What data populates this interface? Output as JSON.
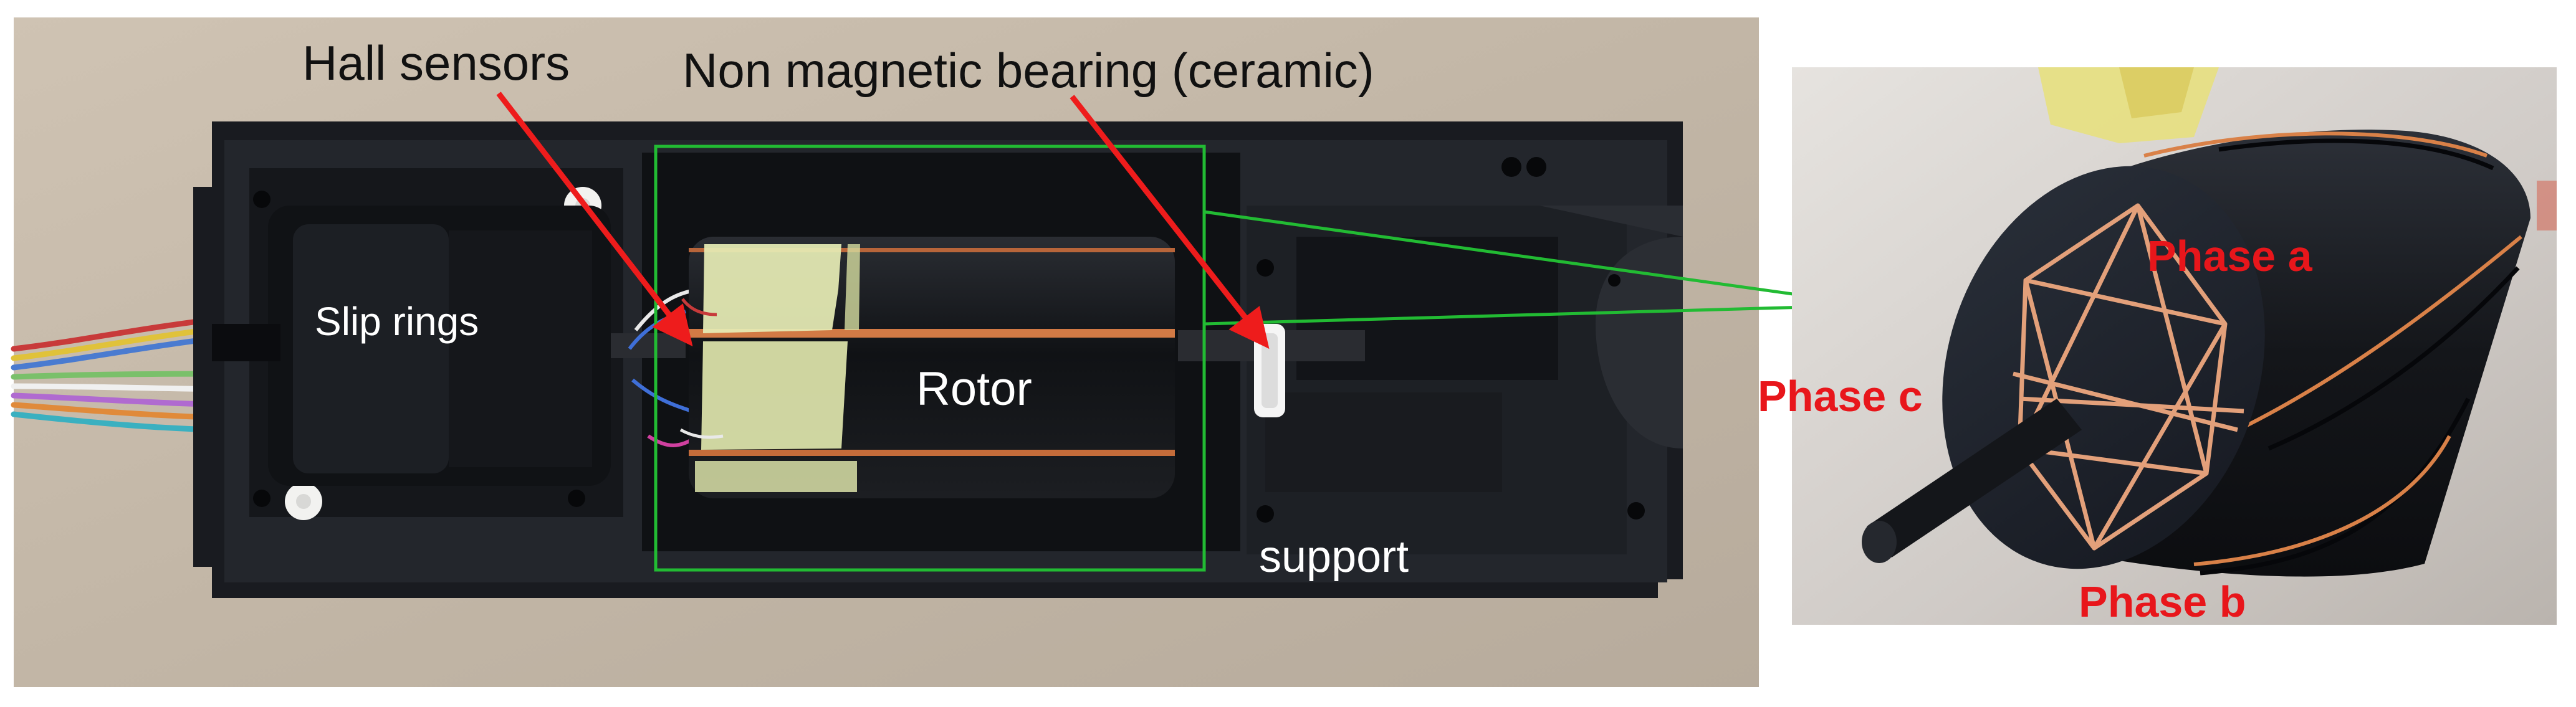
{
  "figure": {
    "labels": {
      "hall_sensors": "Hall sensors",
      "bearing": "Non magnetic bearing (ceramic)",
      "slip_rings": "Slip rings",
      "rotor": "Rotor",
      "support": "support",
      "phase_a": "Phase a",
      "phase_b": "Phase b",
      "phase_c": "Phase c"
    },
    "colors": {
      "arrow": "#ee1c1c",
      "highlight_box": "#22bb33",
      "phase_label": "#e8161b",
      "photo_label": "#ffffff",
      "top_label": "#111111"
    }
  }
}
